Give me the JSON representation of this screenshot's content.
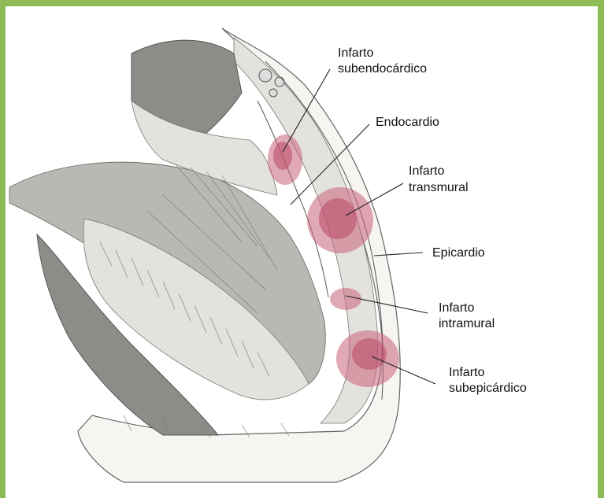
{
  "labels": {
    "subendocardial": [
      "Infarto",
      "subendocárdico"
    ],
    "endocardium": "Endocardio",
    "transmural": [
      "Infarto",
      "transmural"
    ],
    "epicardium": "Epicardio",
    "intramural": [
      "Infarto",
      "intramural"
    ],
    "subepicardial": [
      "Infarto",
      "subepicárdico"
    ]
  },
  "colors": {
    "frame": "#8dbb55",
    "infarct": "#c9607a"
  }
}
